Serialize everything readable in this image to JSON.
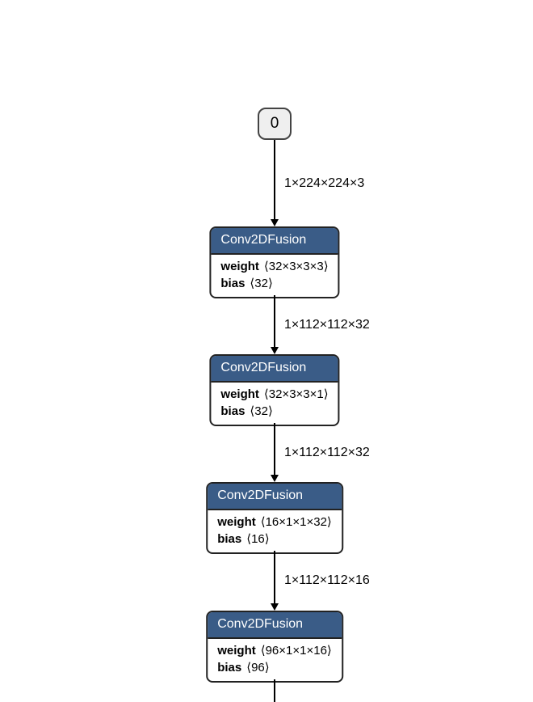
{
  "graph": {
    "input_node": {
      "label": "0"
    },
    "layers": [
      {
        "type": "Conv2DFusion",
        "attributes": [
          {
            "name": "weight",
            "value": "⟨32×3×3×3⟩"
          },
          {
            "name": "bias",
            "value": "⟨32⟩"
          }
        ]
      },
      {
        "type": "Conv2DFusion",
        "attributes": [
          {
            "name": "weight",
            "value": "⟨32×3×3×1⟩"
          },
          {
            "name": "bias",
            "value": "⟨32⟩"
          }
        ]
      },
      {
        "type": "Conv2DFusion",
        "attributes": [
          {
            "name": "weight",
            "value": "⟨16×1×1×32⟩"
          },
          {
            "name": "bias",
            "value": "⟨16⟩"
          }
        ]
      },
      {
        "type": "Conv2DFusion",
        "attributes": [
          {
            "name": "weight",
            "value": "⟨96×1×1×16⟩"
          },
          {
            "name": "bias",
            "value": "⟨96⟩"
          }
        ]
      }
    ],
    "edge_labels": [
      "1×224×224×3",
      "1×112×112×32",
      "1×112×112×32",
      "1×112×112×16"
    ],
    "colors": {
      "background": "#ffffff",
      "node_header": "#3a5c87",
      "node_header_text": "#ffffff",
      "node_body": "#ffffff",
      "node_border": "#222222",
      "input_fill": "#efefef",
      "input_border": "#444444",
      "edge": "#000000",
      "text": "#000000"
    }
  }
}
